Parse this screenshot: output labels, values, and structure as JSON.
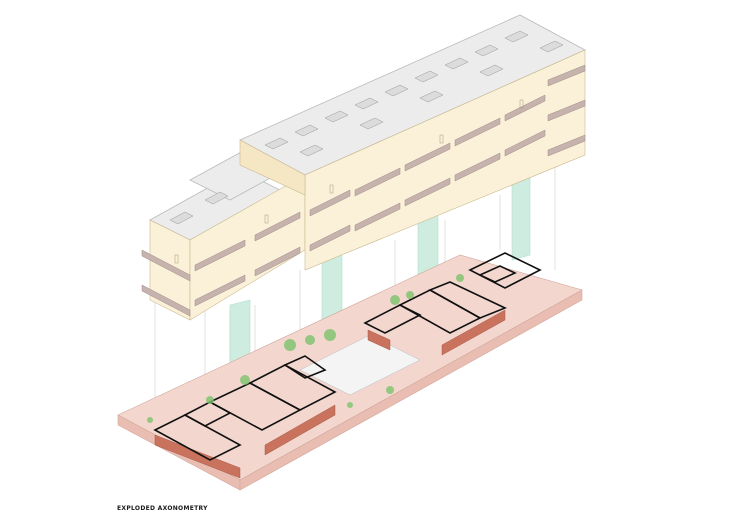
{
  "caption": "EXPLODED AXONOMETRY",
  "drawing": {
    "type": "exploded-axonometric-architectural-drawing",
    "layers": [
      {
        "name": "upper-residential-block",
        "description": "Multi-storey apartment block with stepped roof terraces, solar panels and projecting balconies"
      },
      {
        "name": "vertical-circulation-cores",
        "description": "Translucent green stair/elevator cores connecting the block to the base"
      },
      {
        "name": "ground-floor-plinth",
        "description": "Ground-level plan with bold-outlined units, brick facades, courtyard, stairs and planting"
      }
    ],
    "colors": {
      "facade": "#fbf1d8",
      "roof": "#eeeeee",
      "balcony": "#b5a29e",
      "railing": "#c9c9c9",
      "core": "#bfe8d6",
      "plinth": "#f1cdc4",
      "brick": "#c9735f",
      "outline": "#111111",
      "planting": "#6fbf5a"
    }
  }
}
